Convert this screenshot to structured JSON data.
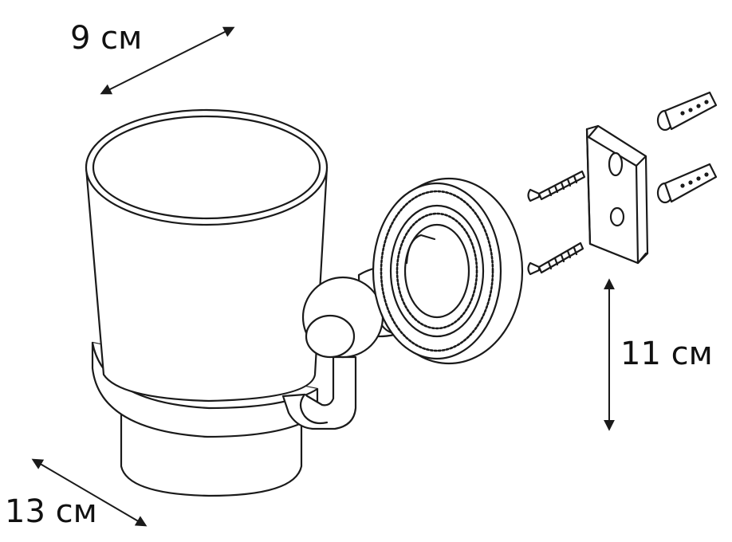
{
  "dimensions": {
    "width": {
      "value": 9,
      "unit": "см",
      "label": "9 см"
    },
    "depth": {
      "value": 13,
      "unit": "см",
      "label": "13 см"
    },
    "height": {
      "value": 11,
      "unit": "см",
      "label": "11 см"
    }
  },
  "colors": {
    "line": "#1a1a1a",
    "fill": "#ffffff",
    "text": "#111111"
  }
}
